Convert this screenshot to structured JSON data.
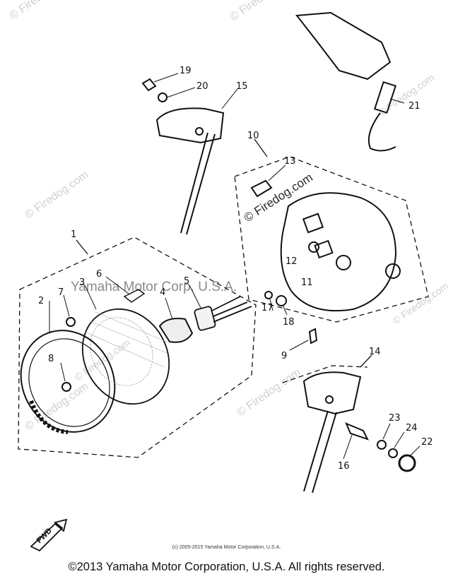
{
  "callouts": [
    "1",
    "2",
    "3",
    "4",
    "5",
    "6",
    "7",
    "8",
    "9",
    "10",
    "11",
    "12",
    "13",
    "14",
    "15",
    "16",
    "17",
    "18",
    "19",
    "20",
    "21",
    "22",
    "23",
    "24"
  ],
  "watermarks": {
    "firedog": "© Firedog.com",
    "yamaha_overlay": "Yamaha Motor Corp. U.S.A."
  },
  "fwd_label": "FWD",
  "footer": {
    "small": "(c) 2005-2015 Yamaha Motor Corporation, U.S.A.",
    "main": "©2013 Yamaha Motor Corporation, U.S.A. All rights reserved."
  }
}
